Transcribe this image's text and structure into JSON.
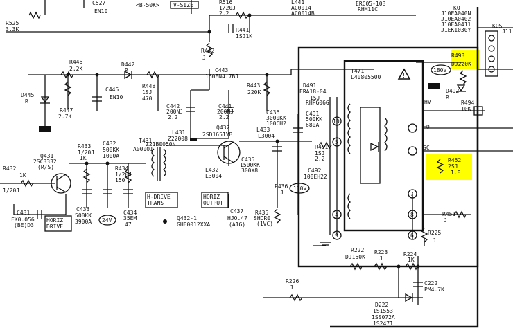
{
  "labels": {
    "c527": "C527",
    "c527v": "EN10",
    "b50k": "<B-50K>",
    "vsize": "V-SIZE",
    "r516": "R516",
    "r516a": "1/20J",
    "r516b": "2.2",
    "l441": "L441",
    "l441a": "AC0014",
    "l441b": "AC0014B",
    "erc": "ERC05-10B",
    "ercb": "RHM11C",
    "kq": "KQ",
    "kqa": "J10EA040N",
    "kqb": "J10EA0402",
    "kqc": "J10EA0411",
    "kqd": "J1EK1030Y",
    "kqs": "KQS",
    "j11": "J11",
    "r525": "R525",
    "r525v": "3.3K",
    "r441": "R441",
    "r441v": "1SJ1K",
    "r442": "R442",
    "r442v": "J",
    "r493": "R493",
    "r493v": "DJ220K",
    "t471": "T471",
    "t471v": "L40805500",
    "v180": "180V",
    "r446": "R446",
    "r446v": "2.2K",
    "d442": "D442",
    "d442v": "R",
    "c443": "C443",
    "c443v": "160EN4.7BJ",
    "d445": "D445",
    "d445v": "R",
    "c445": "C445",
    "c445v": "EN10",
    "r448": "R448",
    "r448a": "1SJ",
    "r448b": "470",
    "r443": "R443",
    "r443v": "220K",
    "d491": "D491",
    "d491a": "ERA18-04",
    "d491b": "1SJ",
    "d491c": "RHPG06G",
    "d492": "D492",
    "d492v": "R",
    "r494": "R494",
    "r494v": "10K",
    "hv": "HV",
    "r447": "R447",
    "r447v": "2.7K",
    "c442": "C442",
    "c442a": "200NJ",
    "c442b": "2.2",
    "c441": "C441",
    "c441a": "200NJ",
    "c441b": "2.2",
    "c436": "C436",
    "c436a": "3000KK",
    "c436b": "100CH2",
    "c491": "C491",
    "c491a": "500KK",
    "c491b": "680A",
    "fo": "FO",
    "q432": "Q432",
    "q432v": "2SD1651YB",
    "l431": "L431",
    "l431v": "Z22008",
    "t431": "T431",
    "t431a": "A00001",
    "t431b": "Z21B0050N",
    "l433": "L433",
    "l433v": "L3004",
    "sc": "SC",
    "q431": "Q431",
    "q431a": "2SC3332",
    "q431b": "(R/S)",
    "r433": "R433",
    "r433a": "1/20J",
    "r433b": "1K",
    "c432": "C432",
    "c432a": "500KK",
    "c432b": "1000A",
    "l432": "L432",
    "l432v": "L3004",
    "c435": "C435",
    "c435a": "1500KK",
    "c435b": "300X8",
    "r491": "R491",
    "r491a": "1SJ",
    "r491b": "2.2",
    "r452": "R452",
    "r452a": "2SJ",
    "r452b": "1.8",
    "r432": "R432",
    "r432a": "1K",
    "r432b": "1/20J",
    "r434": "R434",
    "r434a": "1/20J",
    "r434b": "150",
    "c492": "C492",
    "c492v": "100EH22",
    "hdrive": "H-DRIVE",
    "trans": "TRANS",
    "hout1": "HORIZ",
    "hout2": "OUTPUT",
    "p436": "P436",
    "p436v": "J",
    "v130": "130V",
    "c431": "C431",
    "c431a": "FK0.056",
    "c431b": "(BE)D3",
    "hdrv1": "HORIZ",
    "hdrv2": "DRIVE",
    "c433": "C433",
    "c433a": "500KK",
    "c433b": "3900A",
    "v24": "24V",
    "c434": "C434",
    "c434a": "35EM",
    "c434b": "47",
    "q432n": "Q432-1",
    "q432nv": "GHE0012XXA",
    "c437": "C437",
    "c437a": "HJO.47",
    "c437b": "(A1G)",
    "r435": "R435",
    "r435a": "SHDR0",
    "r435b": "(1VC)",
    "r451": "R451",
    "r451v": "J",
    "r225": "R225",
    "r225v": "J",
    "r222": "R222",
    "r222v": "DJ150K",
    "r223": "R223",
    "r223v": "J",
    "r224": "R224",
    "r224v": "1K",
    "r226": "R226",
    "r226v": "J",
    "c222": "C222",
    "c222v": "PM4.7K",
    "d222": "D222",
    "d222a": "1S1553",
    "d222b": "1SS072A",
    "d222c": "1S2471",
    "n7": "7",
    "n8": "8",
    "n6": "6",
    "n4": "4",
    "n9": "9",
    "n10": "10",
    "n5": "5"
  }
}
